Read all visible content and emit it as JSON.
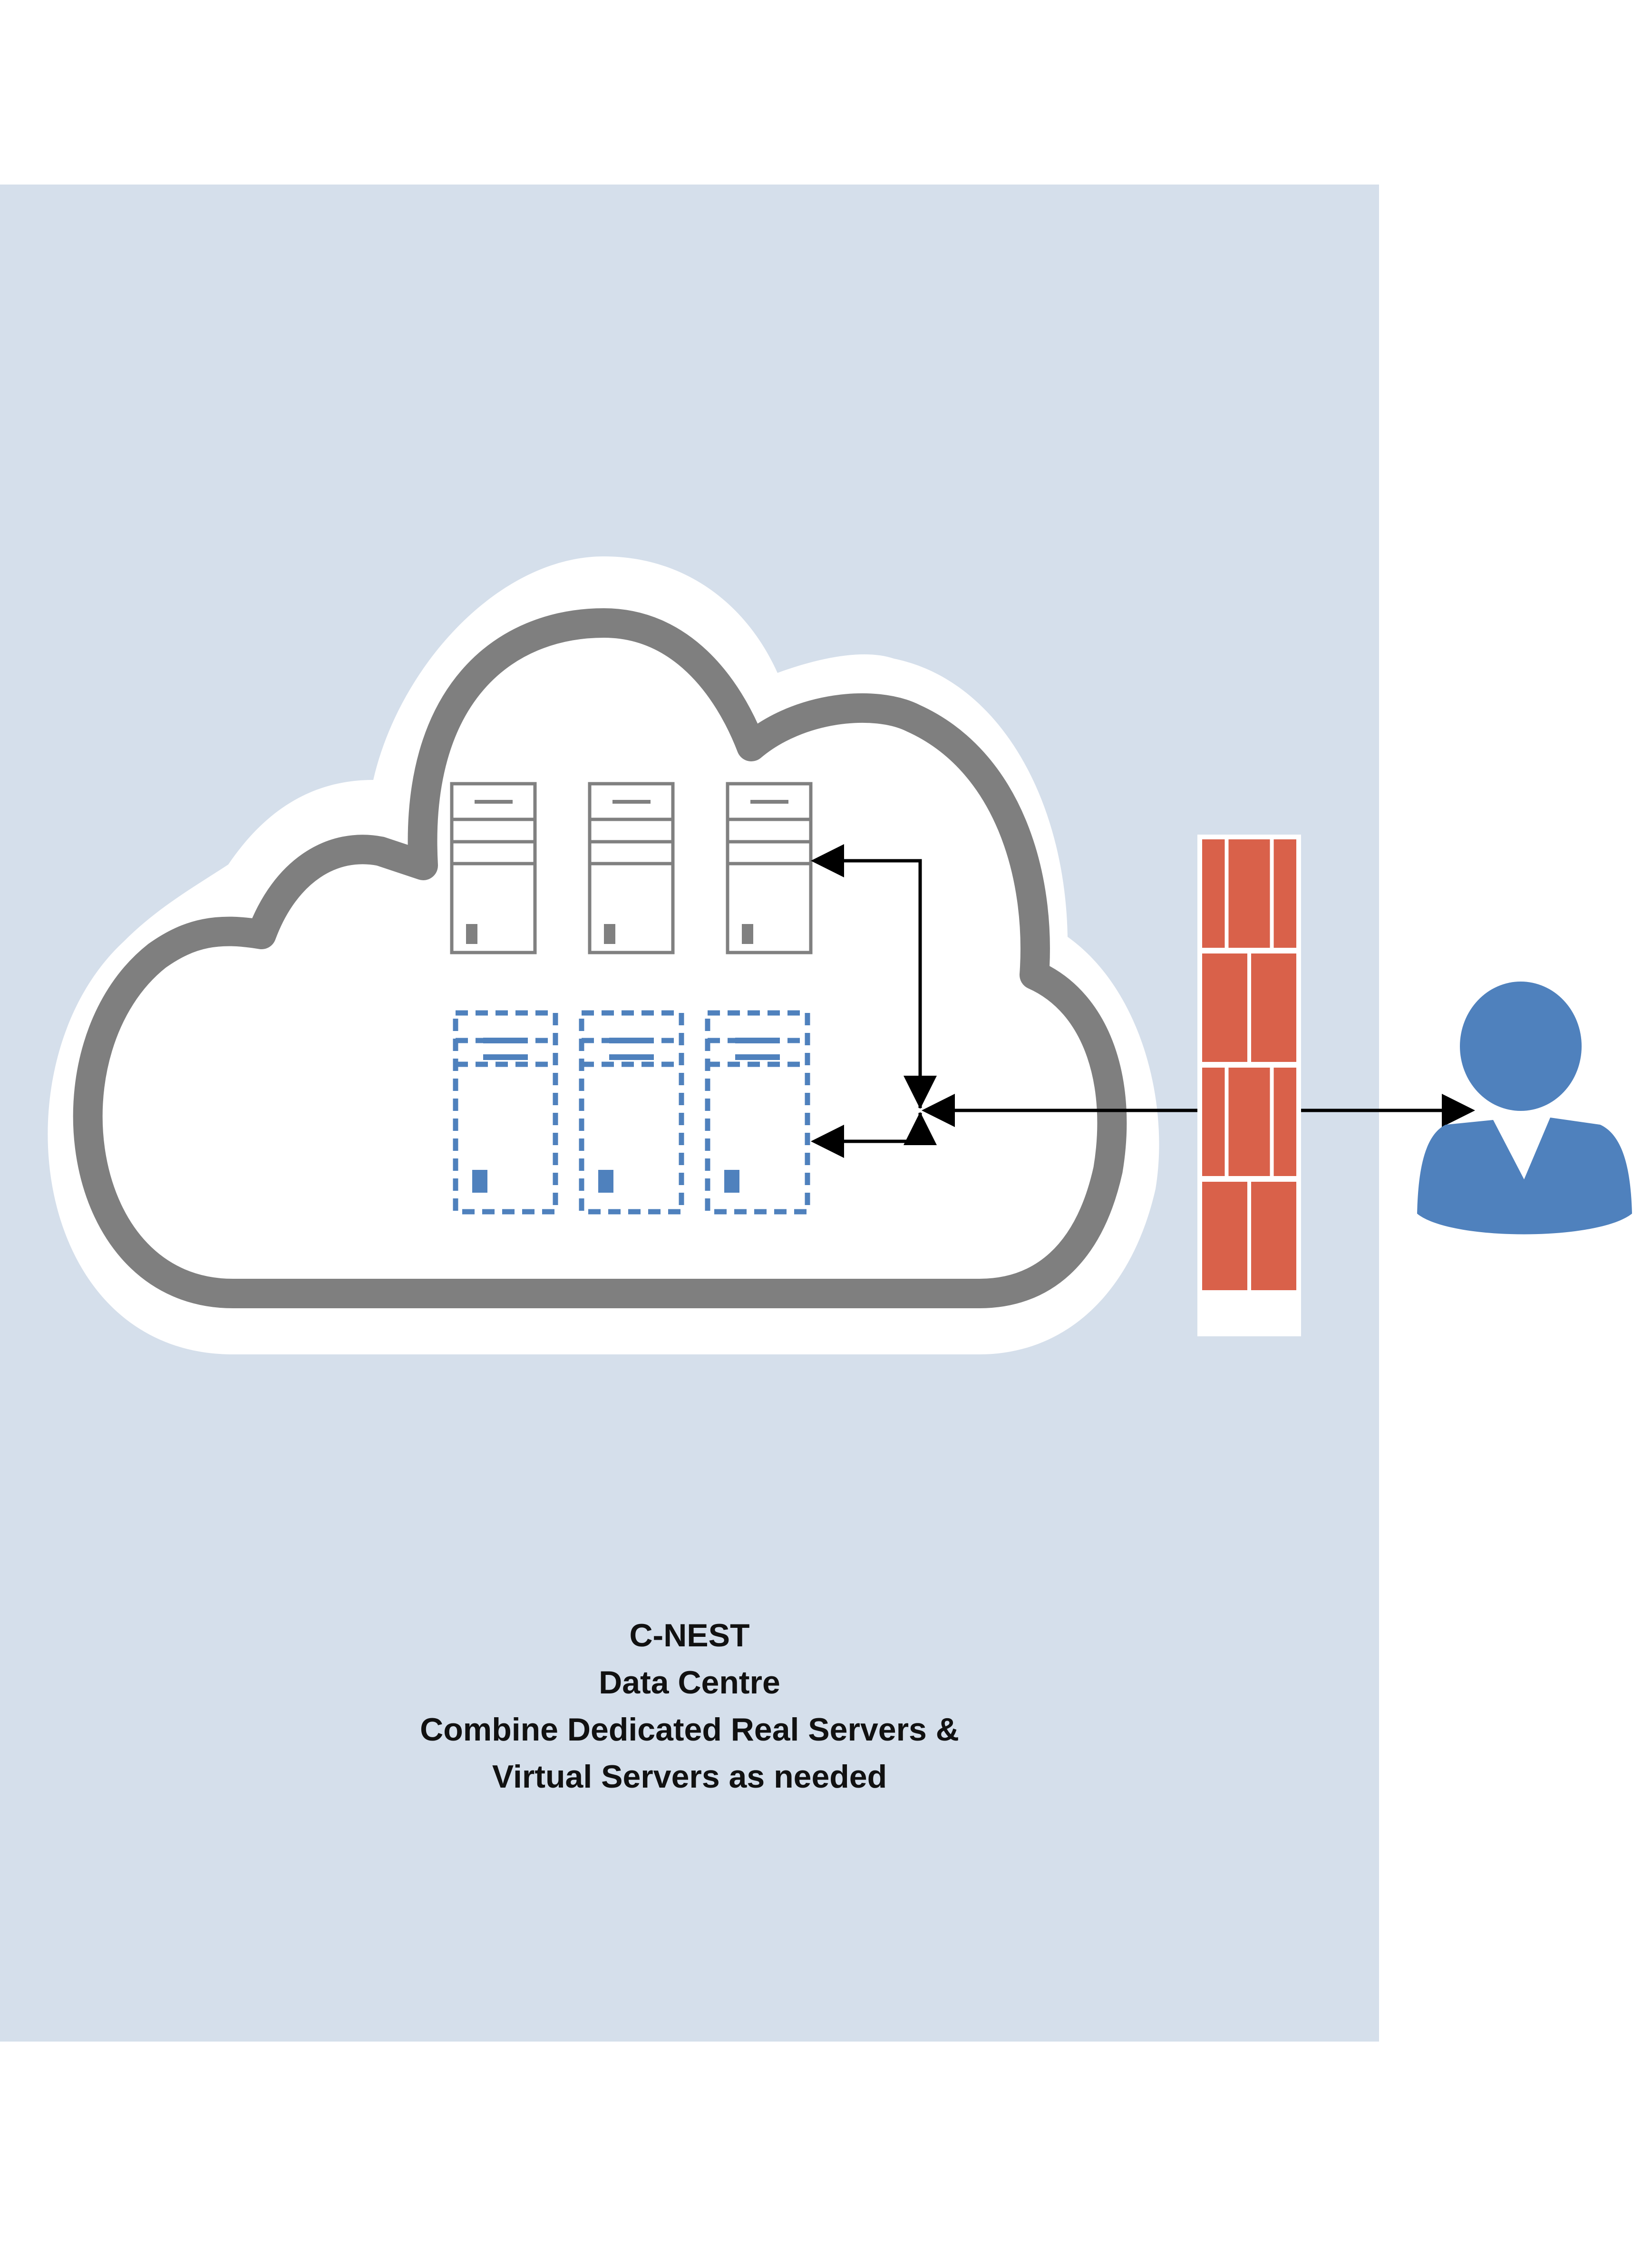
{
  "caption": {
    "line1": "C-NEST",
    "line2": "Data Centre",
    "line3": "Combine Dedicated Real Servers &",
    "line4": "Virtual Servers as needed"
  },
  "colors": {
    "panel_bg": "#d5dfeb",
    "cloud_outline": "#7f7f7f",
    "cloud_fill": "#ffffff",
    "real_server": "#808080",
    "virtual_server": "#4f81bd",
    "firewall_brick": "#d9614a",
    "user": "#4f81bd",
    "arrow": "#000000"
  },
  "icons": {
    "real_servers": [
      "server-icon",
      "server-icon",
      "server-icon"
    ],
    "virtual_servers": [
      "virtual-server-icon",
      "virtual-server-icon",
      "virtual-server-icon"
    ],
    "firewall": "firewall-icon",
    "user": "user-icon"
  }
}
